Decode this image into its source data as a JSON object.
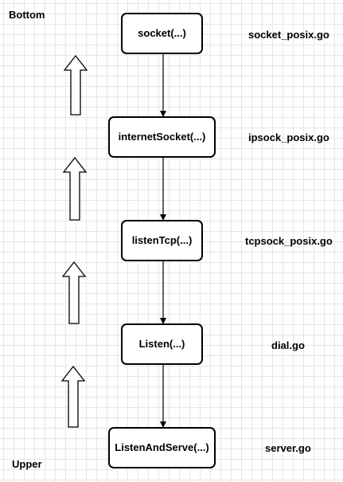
{
  "corner_labels": {
    "top": "Bottom",
    "bottom": "Upper"
  },
  "functions": [
    {
      "name": "socket(...)",
      "file": "socket_posix.go"
    },
    {
      "name": "internetSocket(...)",
      "file": "ipsock_posix.go"
    },
    {
      "name": "listenTcp(...)",
      "file": "tcpsock_posix.go"
    },
    {
      "name": "Listen(...)",
      "file": "dial.go"
    },
    {
      "name": "ListenAndServe(...)",
      "file": "server.go"
    }
  ]
}
